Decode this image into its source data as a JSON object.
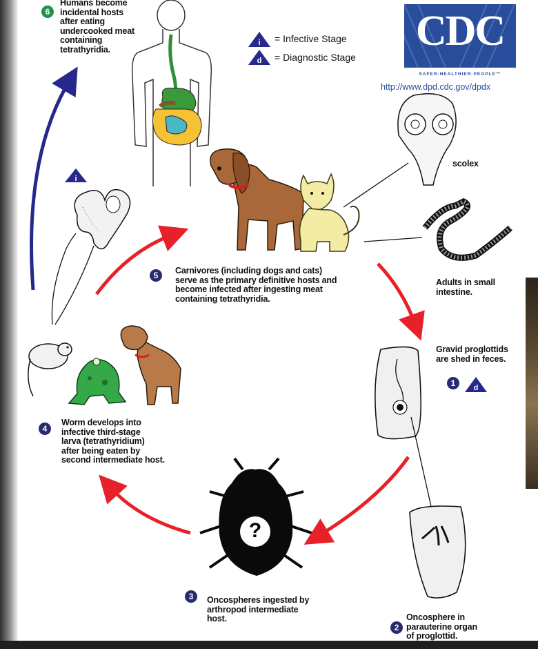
{
  "logo": {
    "text": "CDC",
    "tagline": "SAFER·HEALTHIER·PEOPLE™",
    "url": "http://www.dpd.cdc.gov/dpdx"
  },
  "legend": {
    "infective_symbol": "i",
    "infective_label": "= Infective Stage",
    "diagnostic_symbol": "d",
    "diagnostic_label": "= Diagnostic Stage"
  },
  "steps": [
    {
      "num": "1",
      "text": "Gravid proglottids\nare shed in feces."
    },
    {
      "num": "2",
      "text": "Oncosphere in\nparauterine organ\nof proglottid."
    },
    {
      "num": "3",
      "text": "Oncospheres ingested by\narthropod intermediate\nhost."
    },
    {
      "num": "4",
      "text": "Worm develops into\ninfective third-stage\nlarva (tetrathyridium)\nafter being eaten by\nsecond intermediate host."
    },
    {
      "num": "5",
      "text": "Carnivores (including dogs and cats)\nserve as the primary definitive hosts and\nbecome infected after ingesting meat\ncontaining tetrathyridia."
    },
    {
      "num": "6",
      "text": "Humans become\nincidental hosts\nafter eating\nundercooked meat\ncontaining\ntetrathyridia."
    }
  ],
  "labels": {
    "scolex": "scolex",
    "adults": "Adults in small\nintestine.",
    "bug_mark": "?"
  },
  "colors": {
    "arrow_red": "#e8202a",
    "arrow_blue": "#27288c",
    "logo_blue": "#2a4d9b",
    "dog_brown": "#a8683a",
    "cat_yellow": "#f4eca4",
    "frog_green": "#35a84a"
  }
}
